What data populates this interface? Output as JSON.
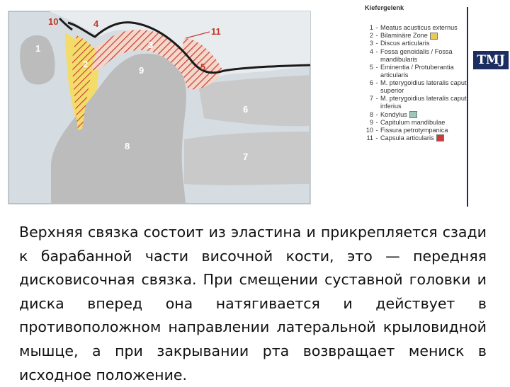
{
  "figure": {
    "numbers": [
      "1",
      "2",
      "3",
      "4",
      "5",
      "6",
      "7",
      "8",
      "9",
      "10",
      "11"
    ],
    "legend_title": "Kiefergelenk",
    "legend": [
      {
        "num": "1",
        "label": "Meatus acusticus externus",
        "swatch": ""
      },
      {
        "num": "2",
        "label": "Bilaminäre Zone",
        "swatch": "#e8c95a"
      },
      {
        "num": "3",
        "label": "Discus articularis",
        "swatch": ""
      },
      {
        "num": "4",
        "label": "Fossa genoidalis / Fossa mandibularis",
        "swatch": ""
      },
      {
        "num": "5",
        "label": "Eminentia / Protuberantia articularis",
        "swatch": ""
      },
      {
        "num": "6",
        "label": "M. pterygoidius lateralis caput superior",
        "swatch": ""
      },
      {
        "num": "7",
        "label": "M. pterygoidius lateralis caput inferius",
        "swatch": ""
      },
      {
        "num": "8",
        "label": "Kondylus",
        "swatch": "#9fc7b6"
      },
      {
        "num": "9",
        "label": "Capitulum mandibulae",
        "swatch": ""
      },
      {
        "num": "10",
        "label": "Fissura petrotympanica",
        "swatch": ""
      },
      {
        "num": "11",
        "label": "Capsula articularis",
        "swatch": "#d23a3a"
      }
    ],
    "colors": {
      "background": "#d5dde2",
      "bone": "#bcbcbc",
      "muscle": "#c9c9c9",
      "yellow_zone": "#f4dc6a",
      "hatch": "#c73a3a",
      "brand": "#1c2e5f"
    }
  },
  "badge": "TMJ",
  "caption": "Верхняя связка состоит из эластина и прикрепляется сзади к барабанной части височной кости, это — передняя дисковисочная связка. При смещении суставной головки и диска вперед она натягивается и действует в противоположном направлении латеральной крыловидной мышце, а при закрывании рта возвращает мениск в исходное положение."
}
